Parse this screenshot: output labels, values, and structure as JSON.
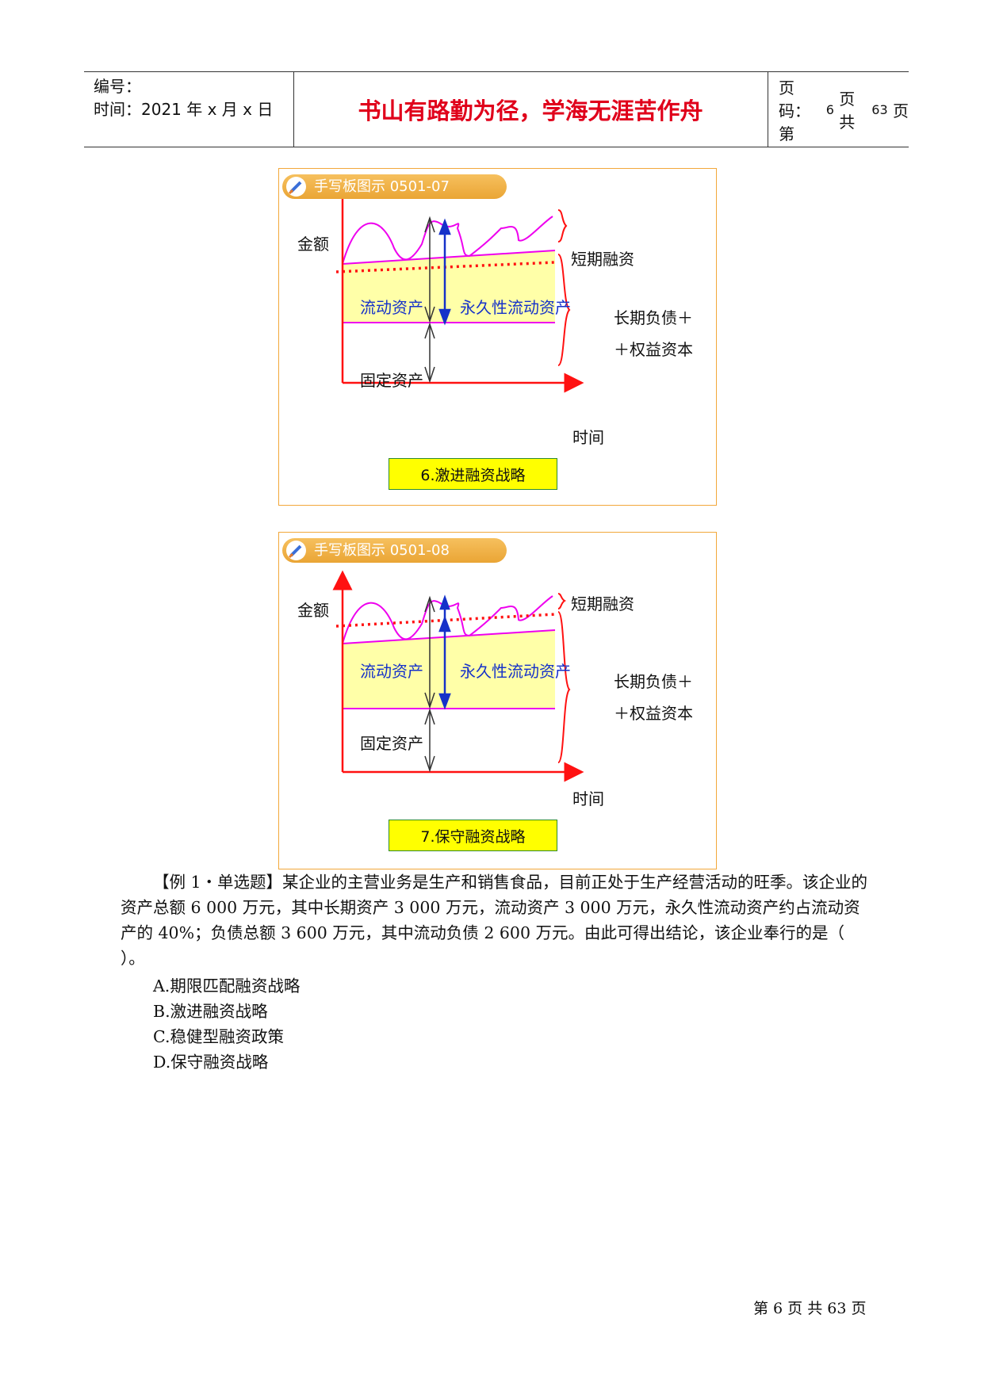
{
  "header": {
    "code_label": "编号：",
    "time_label": "时间：2021 年 x 月 x 日",
    "motto": "书山有路勤为径，学海无涯苦作舟",
    "page_prefix": "页码：第",
    "page_num": "6",
    "page_mid": "页  共",
    "page_total": "63",
    "page_suffix": "页"
  },
  "figures": [
    {
      "tag": "手写板图示 0501-07",
      "y_axis": "金额",
      "x_axis": "时间",
      "short": "短期融资",
      "current": "流动资产",
      "permanent": "永久性流动资产",
      "longterm1": "长期负债＋",
      "longterm2": "＋权益资本",
      "fixed": "固定资产",
      "caption": "6.激进融资战略"
    },
    {
      "tag": "手写板图示 0501-08",
      "y_axis": "金额",
      "x_axis": "时间",
      "short": "短期融资",
      "current": "流动资产",
      "permanent": "永久性流动资产",
      "longterm1": "长期负债＋",
      "longterm2": "＋权益资本",
      "fixed": "固定资产",
      "caption": "7.保守融资战略"
    }
  ],
  "question": {
    "text": "【例 1・单选题】某企业的主营业务是生产和销售食品，目前正处于生产经营活动的旺季。该企业的资产总额 6 000 万元，其中长期资产 3 000 万元，流动资产 3 000 万元，永久性流动资产约占流动资产的 40%；负债总额 3 600 万元，其中流动负债 2 600 万元。由此可得出结论，该企业奉行的是（   ）。",
    "options": [
      "A.期限匹配融资战略",
      "B.激进融资战略",
      "C.稳健型融资政策",
      "D.保守融资战略"
    ]
  },
  "footer": {
    "text": "第 6 页 共 63 页"
  },
  "colors": {
    "motto": "#e0001b",
    "magenta": "#ee00ee",
    "red": "#ff1111",
    "blue": "#1531c9",
    "yellow_fill": "#ffffa8"
  }
}
